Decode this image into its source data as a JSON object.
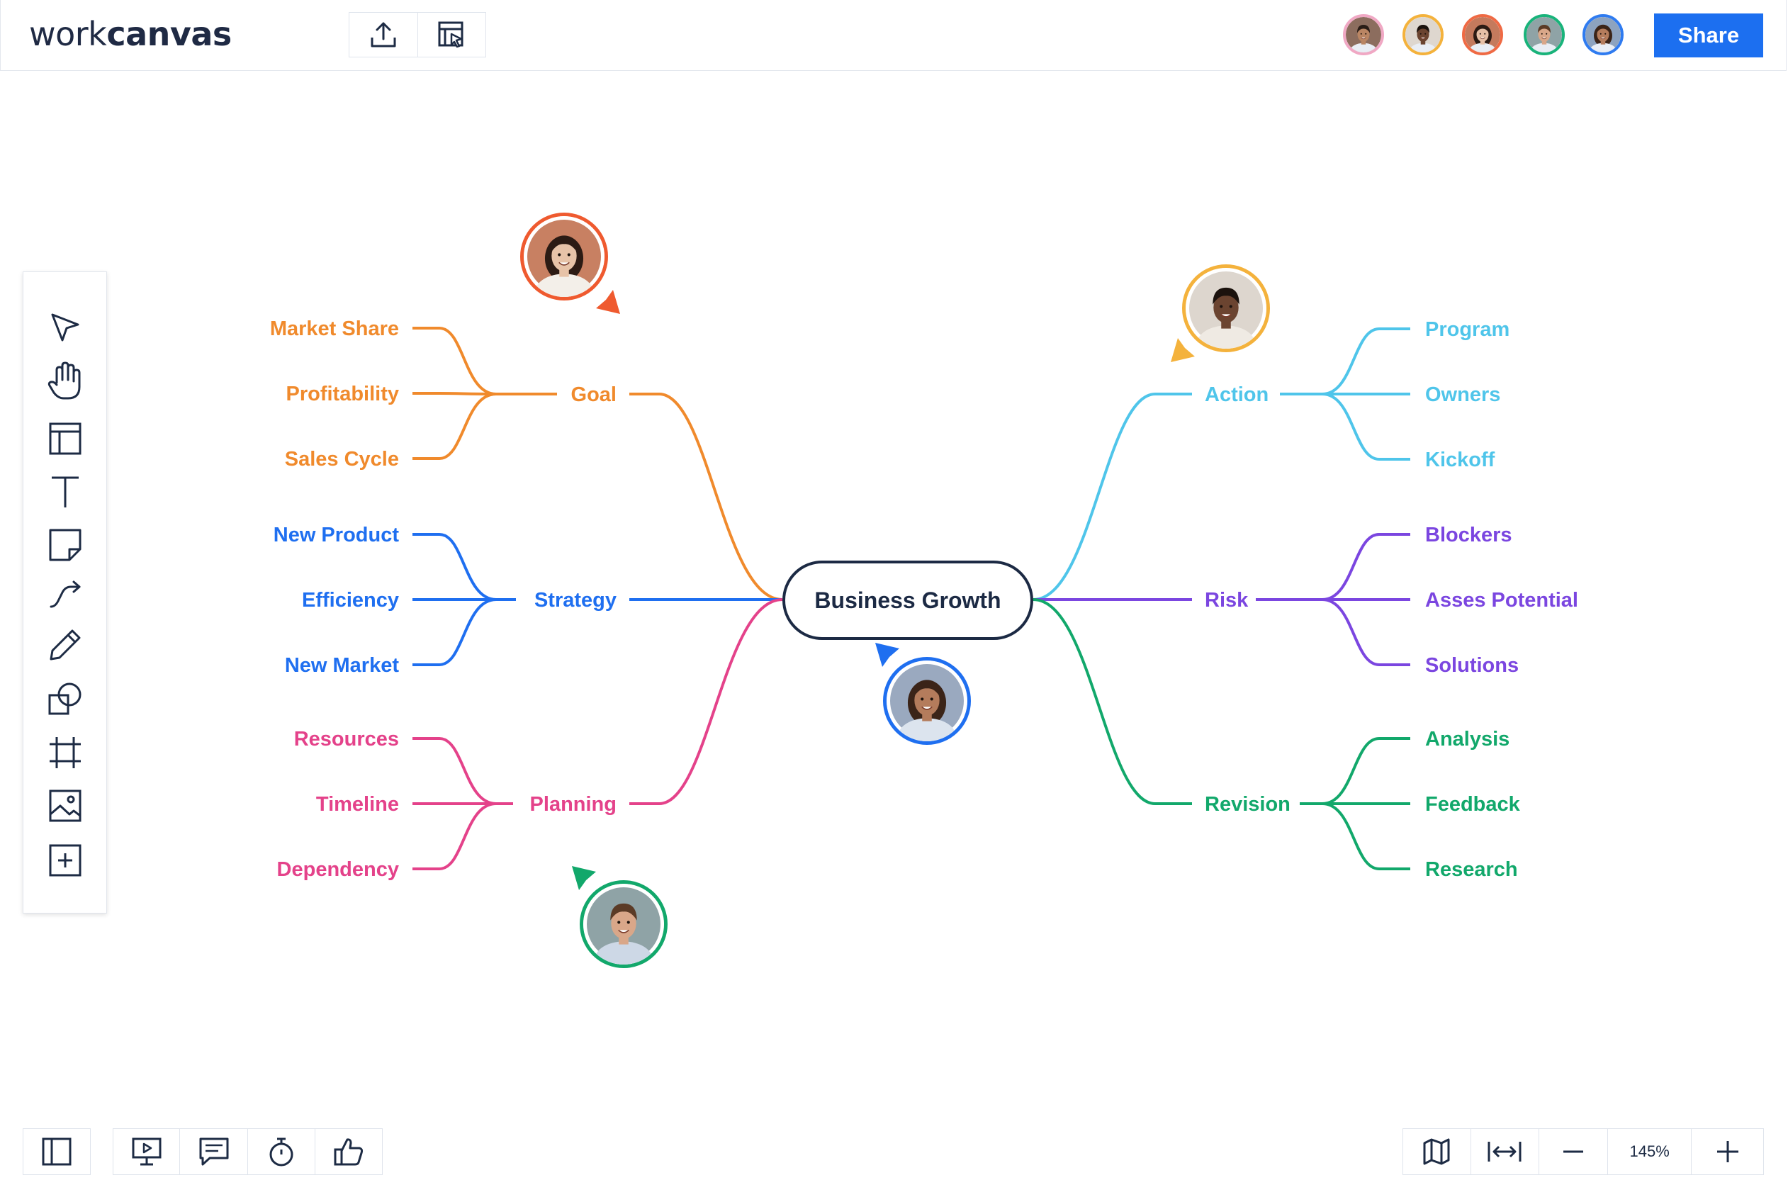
{
  "app": {
    "logo_light": "work",
    "logo_bold": "canvas",
    "share_label": "Share"
  },
  "top_tools": [
    {
      "name": "export-icon"
    },
    {
      "name": "present-select-icon"
    }
  ],
  "collaborators": [
    {
      "name": "avatar-1",
      "ring": "#f0a8c4",
      "skin": "#b98563",
      "hair": "#2a1d17",
      "bg": "#8c6d5e"
    },
    {
      "name": "avatar-2",
      "ring": "#f4b23c",
      "skin": "#6b4430",
      "hair": "#1b120d",
      "bg": "#ded7cf"
    },
    {
      "name": "avatar-3",
      "ring": "#ef6a44",
      "skin": "#e6c0a6",
      "hair": "#2c1b14",
      "bg": "#c47a5d"
    },
    {
      "name": "avatar-4",
      "ring": "#19b37a",
      "skin": "#d9a789",
      "hair": "#5b3b26",
      "bg": "#8fa3a6"
    },
    {
      "name": "avatar-5",
      "ring": "#2f7bf0",
      "skin": "#b47c5c",
      "hair": "#3b2418",
      "bg": "#8da3bf"
    }
  ],
  "left_tools": [
    {
      "name": "select-pointer-icon"
    },
    {
      "name": "hand-pan-icon"
    },
    {
      "name": "template-layout-icon"
    },
    {
      "name": "text-tool-icon"
    },
    {
      "name": "sticky-note-icon"
    },
    {
      "name": "connector-arrow-icon"
    },
    {
      "name": "pen-tool-icon"
    },
    {
      "name": "shapes-icon"
    },
    {
      "name": "frame-tool-icon"
    },
    {
      "name": "image-tool-icon"
    },
    {
      "name": "add-more-icon"
    }
  ],
  "bottom_left": {
    "panel_icon": "sidebar-panel-icon"
  },
  "bottom_mid": [
    {
      "name": "presentation-icon"
    },
    {
      "name": "comments-icon"
    },
    {
      "name": "timer-icon"
    },
    {
      "name": "vote-thumbs-up-icon"
    }
  ],
  "bottom_right": {
    "zoom_level": "145%"
  },
  "mindmap": {
    "center": "Business Growth",
    "colors": {
      "goal": "#f08a2c",
      "strategy": "#1f6ff0",
      "planning": "#e4428a",
      "action": "#4fc5ea",
      "risk": "#7b46e0",
      "revision": "#12a86b",
      "center": "#1c2a44"
    },
    "left_branches": [
      {
        "label": "Goal",
        "children": [
          "Market Share",
          "Profitability",
          "Sales Cycle"
        ]
      },
      {
        "label": "Strategy",
        "children": [
          "New Product",
          "Efficiency",
          "New Market"
        ]
      },
      {
        "label": "Planning",
        "children": [
          "Resources",
          "Timeline",
          "Dependency"
        ]
      }
    ],
    "right_branches": [
      {
        "label": "Action",
        "children": [
          "Program",
          "Owners",
          "Kickoff"
        ]
      },
      {
        "label": "Risk",
        "children": [
          "Blockers",
          "Asses Potential",
          "Solutions"
        ]
      },
      {
        "label": "Revision",
        "children": [
          "Analysis",
          "Feedback",
          "Research"
        ]
      }
    ]
  },
  "cursors": [
    {
      "name": "cursor-collaborator-woman-orange",
      "color": "#ef5a2f"
    },
    {
      "name": "cursor-collaborator-man-yellow",
      "color": "#f4b23c"
    },
    {
      "name": "cursor-collaborator-woman-blue",
      "color": "#1f6ff0"
    },
    {
      "name": "cursor-collaborator-man-green",
      "color": "#12a86b"
    }
  ]
}
